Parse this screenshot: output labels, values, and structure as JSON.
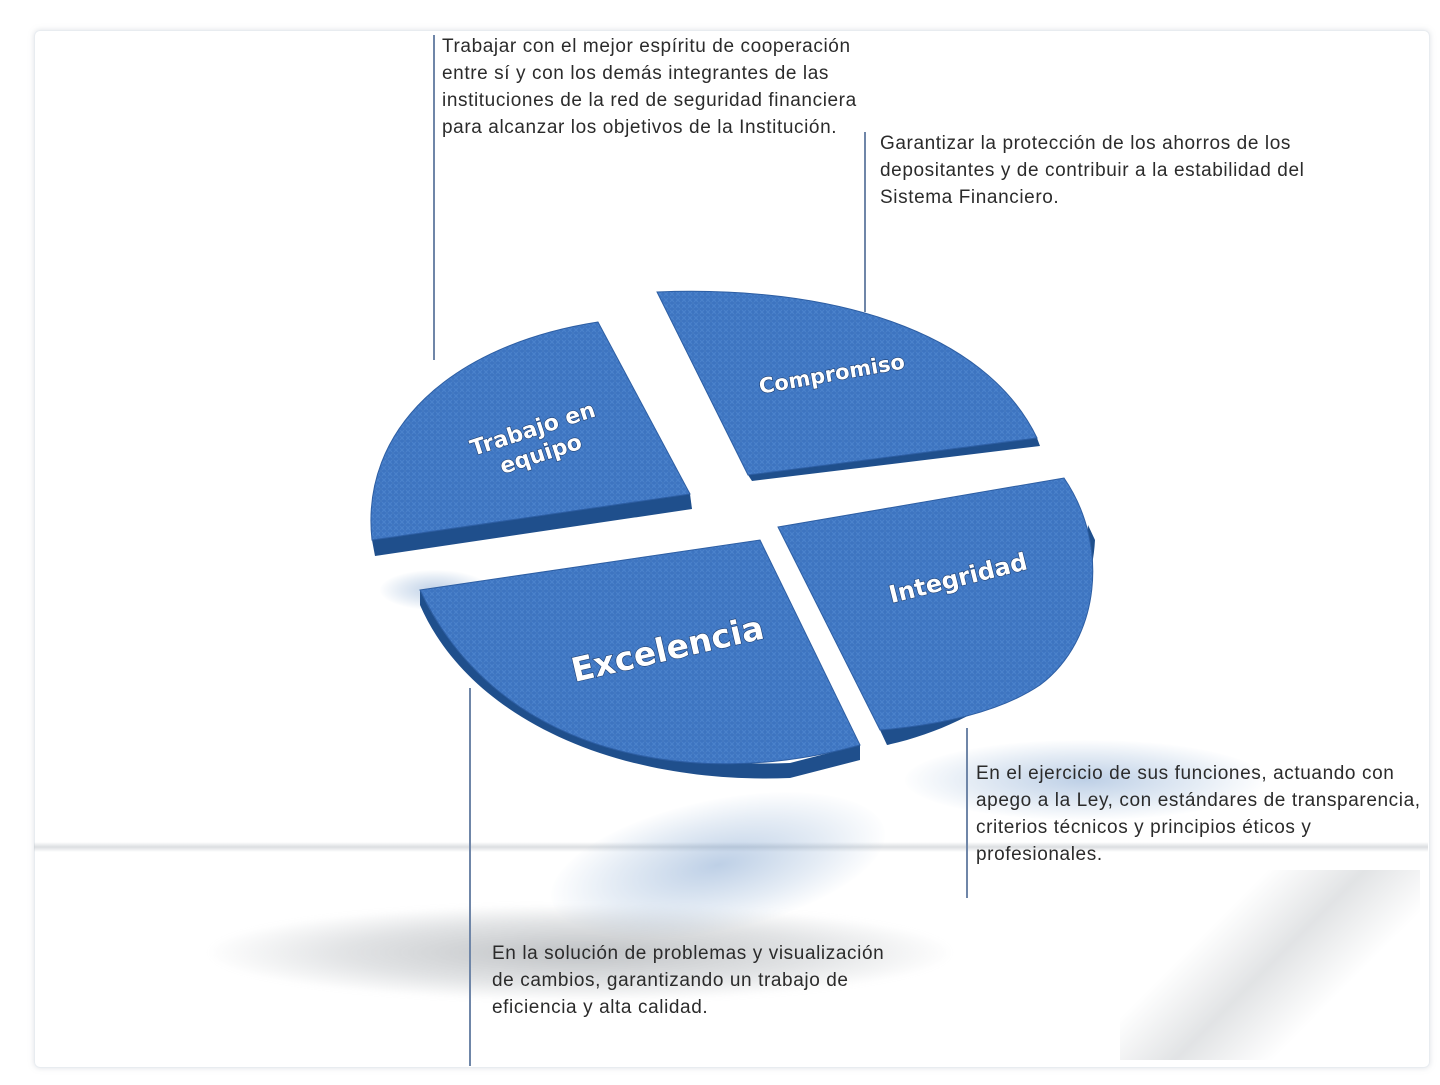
{
  "colors": {
    "segment_face": "#3f77c4",
    "segment_side": "#1f4f8c",
    "connector_line": "#6f86a8",
    "text": "#2b2b2b"
  },
  "segments": {
    "trabajo": {
      "label_line1": "Trabajo en",
      "label_line2": "equipo"
    },
    "compromiso": {
      "label": "Compromiso"
    },
    "integridad": {
      "label": "Integridad"
    },
    "excelencia": {
      "label": "Excelencia"
    }
  },
  "callouts": {
    "trabajo": "Trabajar con el mejor espíritu de cooperación entre sí y con los demás integrantes de las instituciones de la red de seguridad financiera para alcanzar los objetivos de la Institución.",
    "compromiso": "Garantizar la protección de los ahorros de los depositantes y de contribuir a la estabilidad del Sistema Financiero.",
    "integridad": "En el ejercicio de sus funciones, actuando con apego a la Ley, con estándares de transparencia, criterios técnicos y principios éticos y profesionales.",
    "excelencia": "En la solución de problemas y visualización de cambios, garantizando un trabajo de eficiencia y alta calidad."
  }
}
